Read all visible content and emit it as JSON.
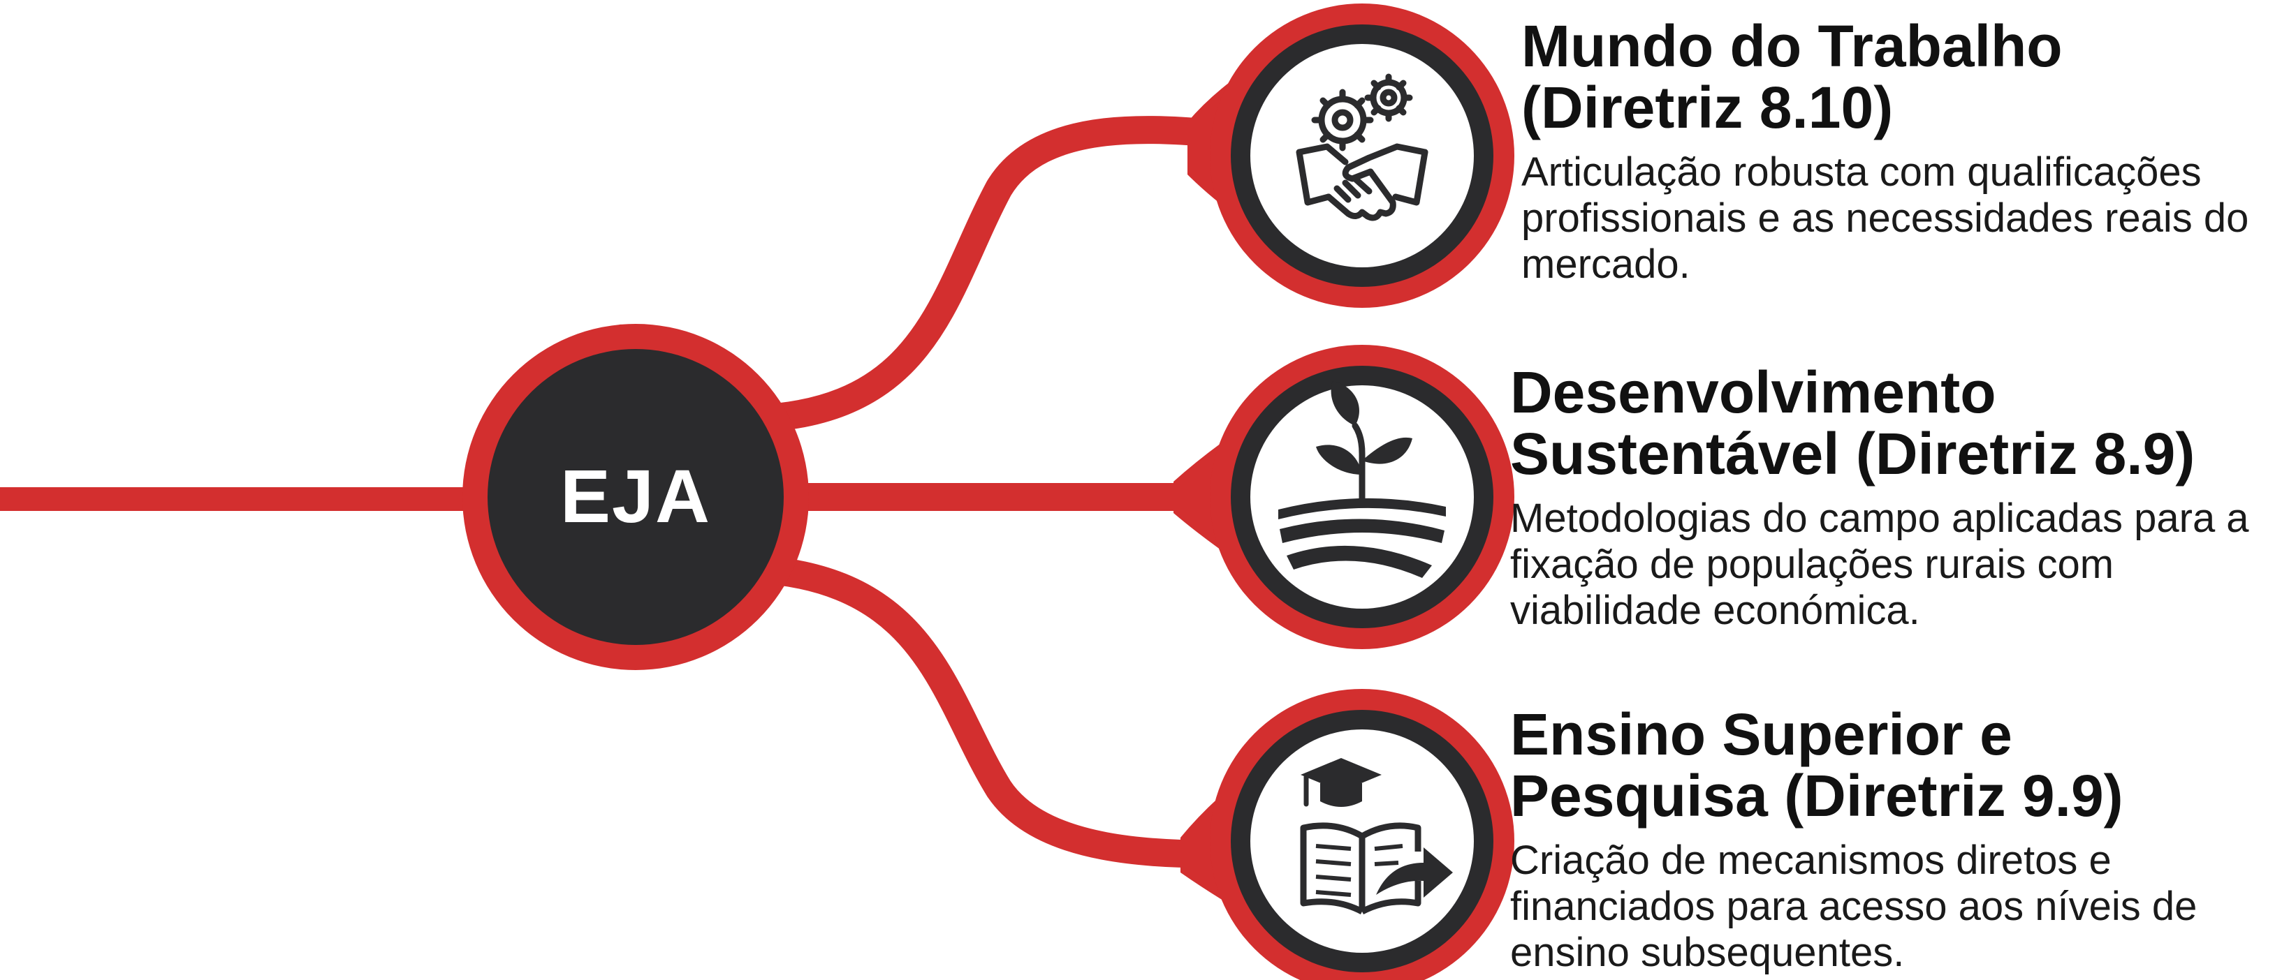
{
  "diagram": {
    "hub_label": "EJA",
    "accent_color": "#d32f2f",
    "dark_color": "#2b2b2d",
    "branches": [
      {
        "title": "Mundo do Trabalho (Diretriz 8.10)",
        "description": "Articulação robusta com qualificações profissionais e as necessidades reais do mercado.",
        "icon": "gears-handshake-icon"
      },
      {
        "title": "Desenvolvimento Sustentável (Diretriz 8.9)",
        "description": "Metodologias do campo aplicadas para a fixação de populações rurais com viabilidade económica.",
        "icon": "plant-field-icon"
      },
      {
        "title": "Ensino Superior e Pesquisa (Diretriz 9.9)",
        "description": "Criação de mecanismos diretos e financiados para acesso aos níveis de ensino subsequentes.",
        "icon": "graduation-book-icon"
      }
    ]
  }
}
